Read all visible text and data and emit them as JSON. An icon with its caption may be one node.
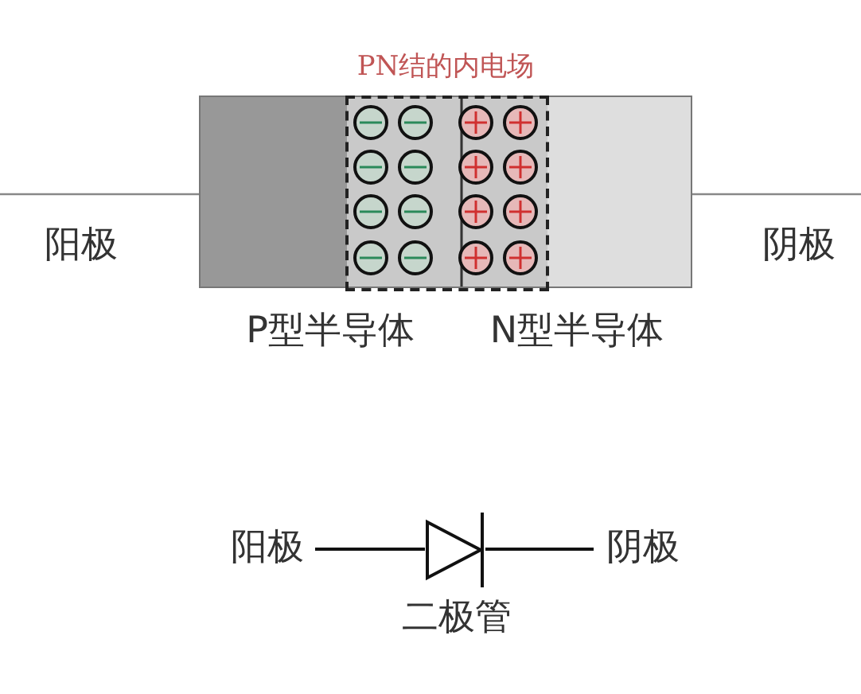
{
  "diagram": {
    "nodes": [
      {
        "text": [
          "PN结的内电场"
        ]
      },
      {
        "text": [
          "P型半导体"
        ]
      },
      {
        "text": [
          "N型半导体"
        ]
      },
      {
        "text": [
          "阳极"
        ]
      },
      {
        "text": [],
        "shape": "diode",
        "beside": [
          "二极管"
        ]
      },
      {
        "text": [
          "阴极"
        ]
      }
    ],
    "edges": [
      {
        "from": 3,
        "to": 4,
        "arrow": "none"
      },
      {
        "from": 4,
        "to": 5,
        "arrow": "none"
      }
    ],
    "labels": [
      "阳极",
      "阴极"
    ]
  }
}
